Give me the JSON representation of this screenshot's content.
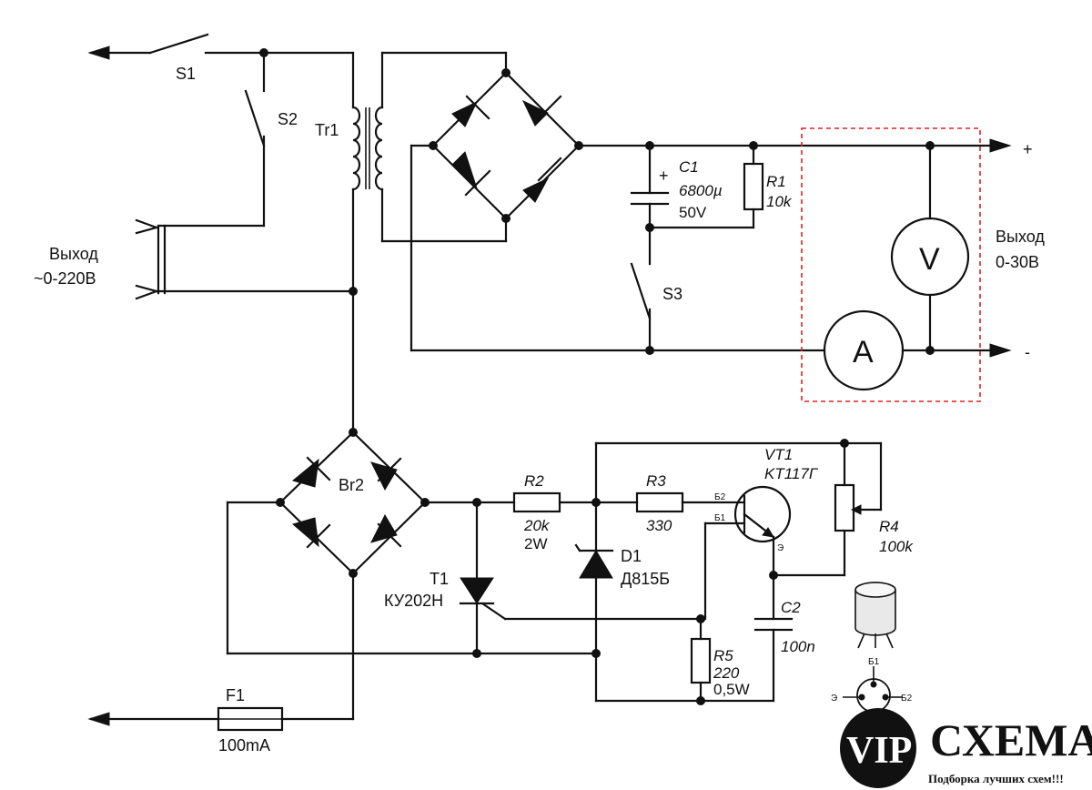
{
  "components": {
    "s1": "S1",
    "s2": "S2",
    "s3": "S3",
    "tr1": "Tr1",
    "c1": {
      "name": "C1",
      "value": "6800µ",
      "voltage": "50V"
    },
    "r1": {
      "name": "R1",
      "value": "10k"
    },
    "br2": "Br2",
    "r2": {
      "name": "R2",
      "value": "20k",
      "power": "2W"
    },
    "r3": {
      "name": "R3",
      "value": "330"
    },
    "vt1": {
      "name": "VT1",
      "type": "KT117Г",
      "pin_b2": "Б2",
      "pin_b1": "Б1",
      "pin_e": "Э"
    },
    "r4": {
      "name": "R4",
      "value": "100k"
    },
    "d1": {
      "name": "D1",
      "type": "Д815Б"
    },
    "t1": {
      "name": "T1",
      "type": "КУ202Н"
    },
    "c2": {
      "name": "C2",
      "value": "100n"
    },
    "r5": {
      "name": "R5",
      "value": "220",
      "power": "0,5W"
    },
    "f1": {
      "name": "F1",
      "value": "100mA"
    }
  },
  "outputs": {
    "ac_label_1": "Выход",
    "ac_label_2": "~0-220В",
    "dc_label_1": "Выход",
    "dc_label_2": "0-30В",
    "plus": "+",
    "minus": "-"
  },
  "meters": {
    "voltmeter": "V",
    "ammeter": "A"
  },
  "pinout": {
    "b1": "Б1",
    "b2": "Б2",
    "e": "Э"
  },
  "logo": {
    "vip": "VIP",
    "brand": "СХЕМА",
    "tagline": "Подборка лучших схем!!!"
  }
}
